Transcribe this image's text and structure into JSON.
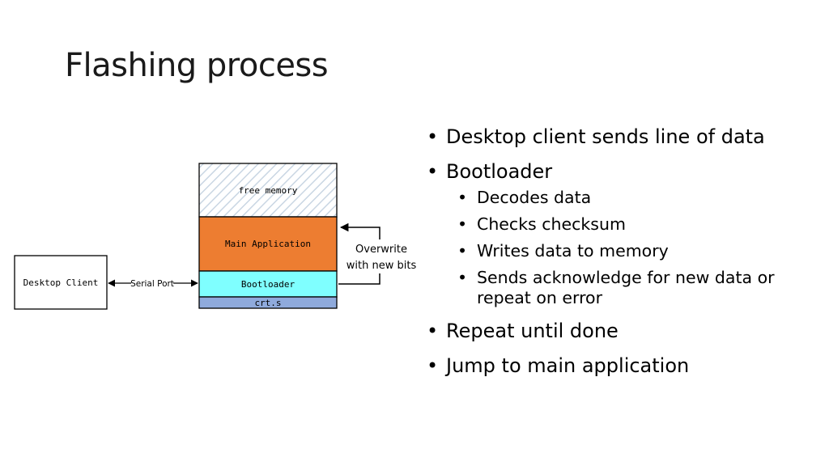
{
  "slide": {
    "title": "Flashing process"
  },
  "diagram": {
    "desktop_client": "Desktop Client",
    "serial_port": "Serial Port",
    "memory_blocks": {
      "free_memory": "free memory",
      "main_application": "Main Application",
      "bootloader": "Bootloader",
      "crt": "crt.s"
    },
    "overwrite_label": [
      "Overwrite",
      "with new bits"
    ],
    "colors": {
      "main_application": "#ed7d31",
      "bootloader": "#7fffff",
      "crt": "#8faadc",
      "free_memory_hatch": "#c9d6e3"
    }
  },
  "bullets": {
    "items": [
      {
        "text": "Desktop client sends line of data"
      },
      {
        "text": "Bootloader",
        "sub": [
          "Decodes data",
          "Checks checksum",
          "Writes data to memory",
          "Sends acknowledge for new data or repeat on error"
        ]
      },
      {
        "text": "Repeat until done"
      },
      {
        "text": "Jump to main application"
      }
    ]
  }
}
